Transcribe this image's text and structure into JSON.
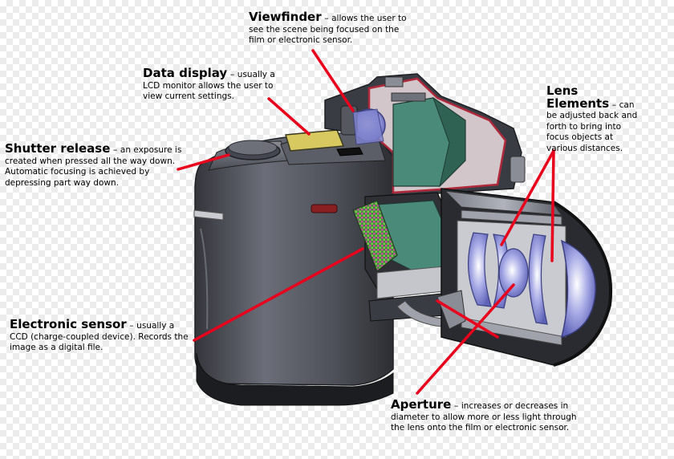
{
  "callouts": {
    "viewfinder": {
      "title": "Viewfinder",
      "desc": "allows the user to see the scene being focused on the film or electronic sensor."
    },
    "data_display": {
      "title": "Data display",
      "desc": "usually a LCD monitor allows the user to view current settings."
    },
    "shutter_release": {
      "title": "Shutter release",
      "desc": "an exposure is created when pressed all the way down. Automatic focusing is achieved by depressing part way down."
    },
    "lens_elements": {
      "title": "Lens Elements",
      "desc": "can be adjusted back and forth to bring into focus objects at various distances."
    },
    "electronic_sensor": {
      "title": "Electronic sensor",
      "desc": "usually a CCD (charge-coupled device). Records the image as a digital file."
    },
    "aperture": {
      "title": "Aperture",
      "desc": "increases or decreases in diameter to allow more or less light through the lens onto the film or electronic sensor."
    }
  },
  "colors": {
    "leader_line": "#e8001c",
    "body": "#5a5d66",
    "body_dark": "#2a2b30",
    "interior": "#4a8a78",
    "glass": "#8f93d8",
    "lcd": "#d8c860"
  }
}
